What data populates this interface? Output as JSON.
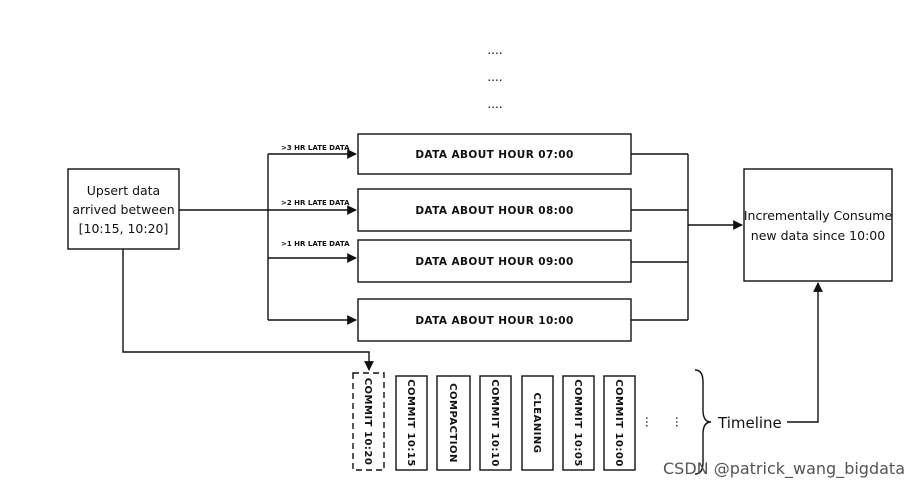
{
  "dots": [
    "....",
    "....",
    "...."
  ],
  "source": {
    "lines": [
      "Upsert data",
      "arrived between",
      "[10:15, 10:20]"
    ]
  },
  "partitions": [
    {
      "label": "DATA ABOUT HOUR 07:00",
      "tag": ">3 HR LATE DATA"
    },
    {
      "label": "DATA ABOUT HOUR 08:00",
      "tag": ">2 HR LATE DATA"
    },
    {
      "label": "DATA ABOUT HOUR 09:00",
      "tag": ">1 HR LATE DATA"
    },
    {
      "label": "DATA ABOUT HOUR 10:00",
      "tag": ""
    }
  ],
  "consumer": {
    "lines": [
      "Incrementally Consume",
      "new data since 10:00"
    ]
  },
  "timeline": {
    "label": "Timeline",
    "items": [
      "COMMIT 10:20",
      "COMMIT 10:15",
      "COMPACTION",
      "COMMIT 10:10",
      "CLEANING",
      "COMMIT 10:05",
      "COMMIT 10:00"
    ],
    "ellipsis": [
      "...",
      "..."
    ]
  },
  "watermark": "CSDN @patrick_wang_bigdata"
}
